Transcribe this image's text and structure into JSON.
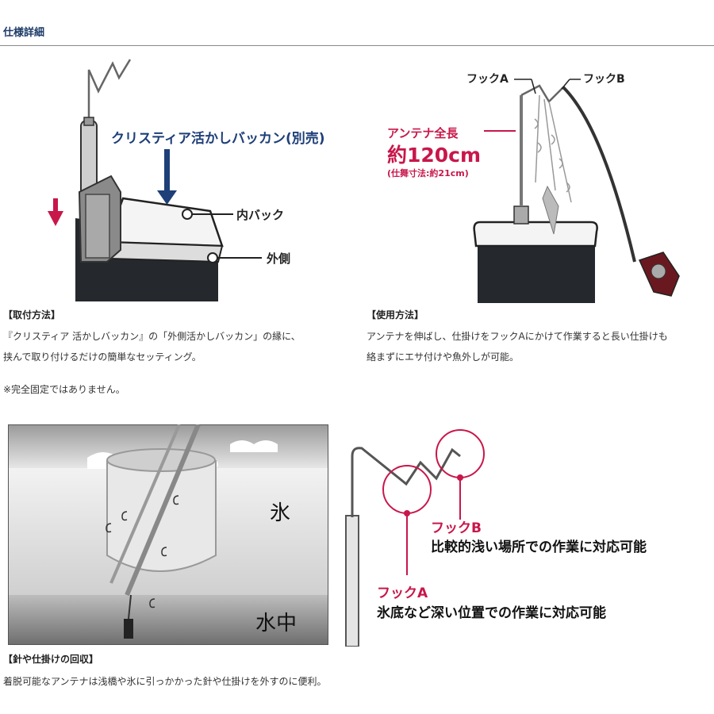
{
  "page": {
    "section_title": "仕様詳細"
  },
  "fig1": {
    "product_label": "クリスティア活かしバッカン(別売)",
    "inner_label": "内バック",
    "outer_label": "外側"
  },
  "fig2": {
    "hook_a": "フックA",
    "hook_b": "フックB",
    "length_label": "アンテナ全長",
    "length_value": "約120cm",
    "storage_value": "(仕舞寸法:約21cm)"
  },
  "mount": {
    "heading": "【取付方法】",
    "line1": "『クリスティア 活かしバッカン』の「外側活かしバッカン」の縁に、",
    "line2": "挟んで取り付けるだけの簡単なセッティング。",
    "note": "※完全固定ではありません。"
  },
  "usage": {
    "heading": "【使用方法】",
    "line1": "アンテナを伸ばし、仕掛けをフックAにかけて作業すると長い仕掛けも",
    "line2": "絡まずにエサ付けや魚外しが可能。"
  },
  "fig3": {
    "ice_label": "氷",
    "water_label": "水中"
  },
  "fig4": {
    "hook_b_title": "フックB",
    "hook_b_desc": "比較的浅い場所での作業に対応可能",
    "hook_a_title": "フックA",
    "hook_a_desc": "氷底など深い位置での作業に対応可能"
  },
  "recovery": {
    "heading": "【針や仕掛けの回収】",
    "line1": "着脱可能なアンテナは浅橋や氷に引っかかった針や仕掛けを外すのに便利。"
  },
  "colors": {
    "title_blue": "#1c3a66",
    "accent_red": "#c8174a",
    "navy_label": "#1e3f78",
    "bag_dark": "#25282d"
  }
}
